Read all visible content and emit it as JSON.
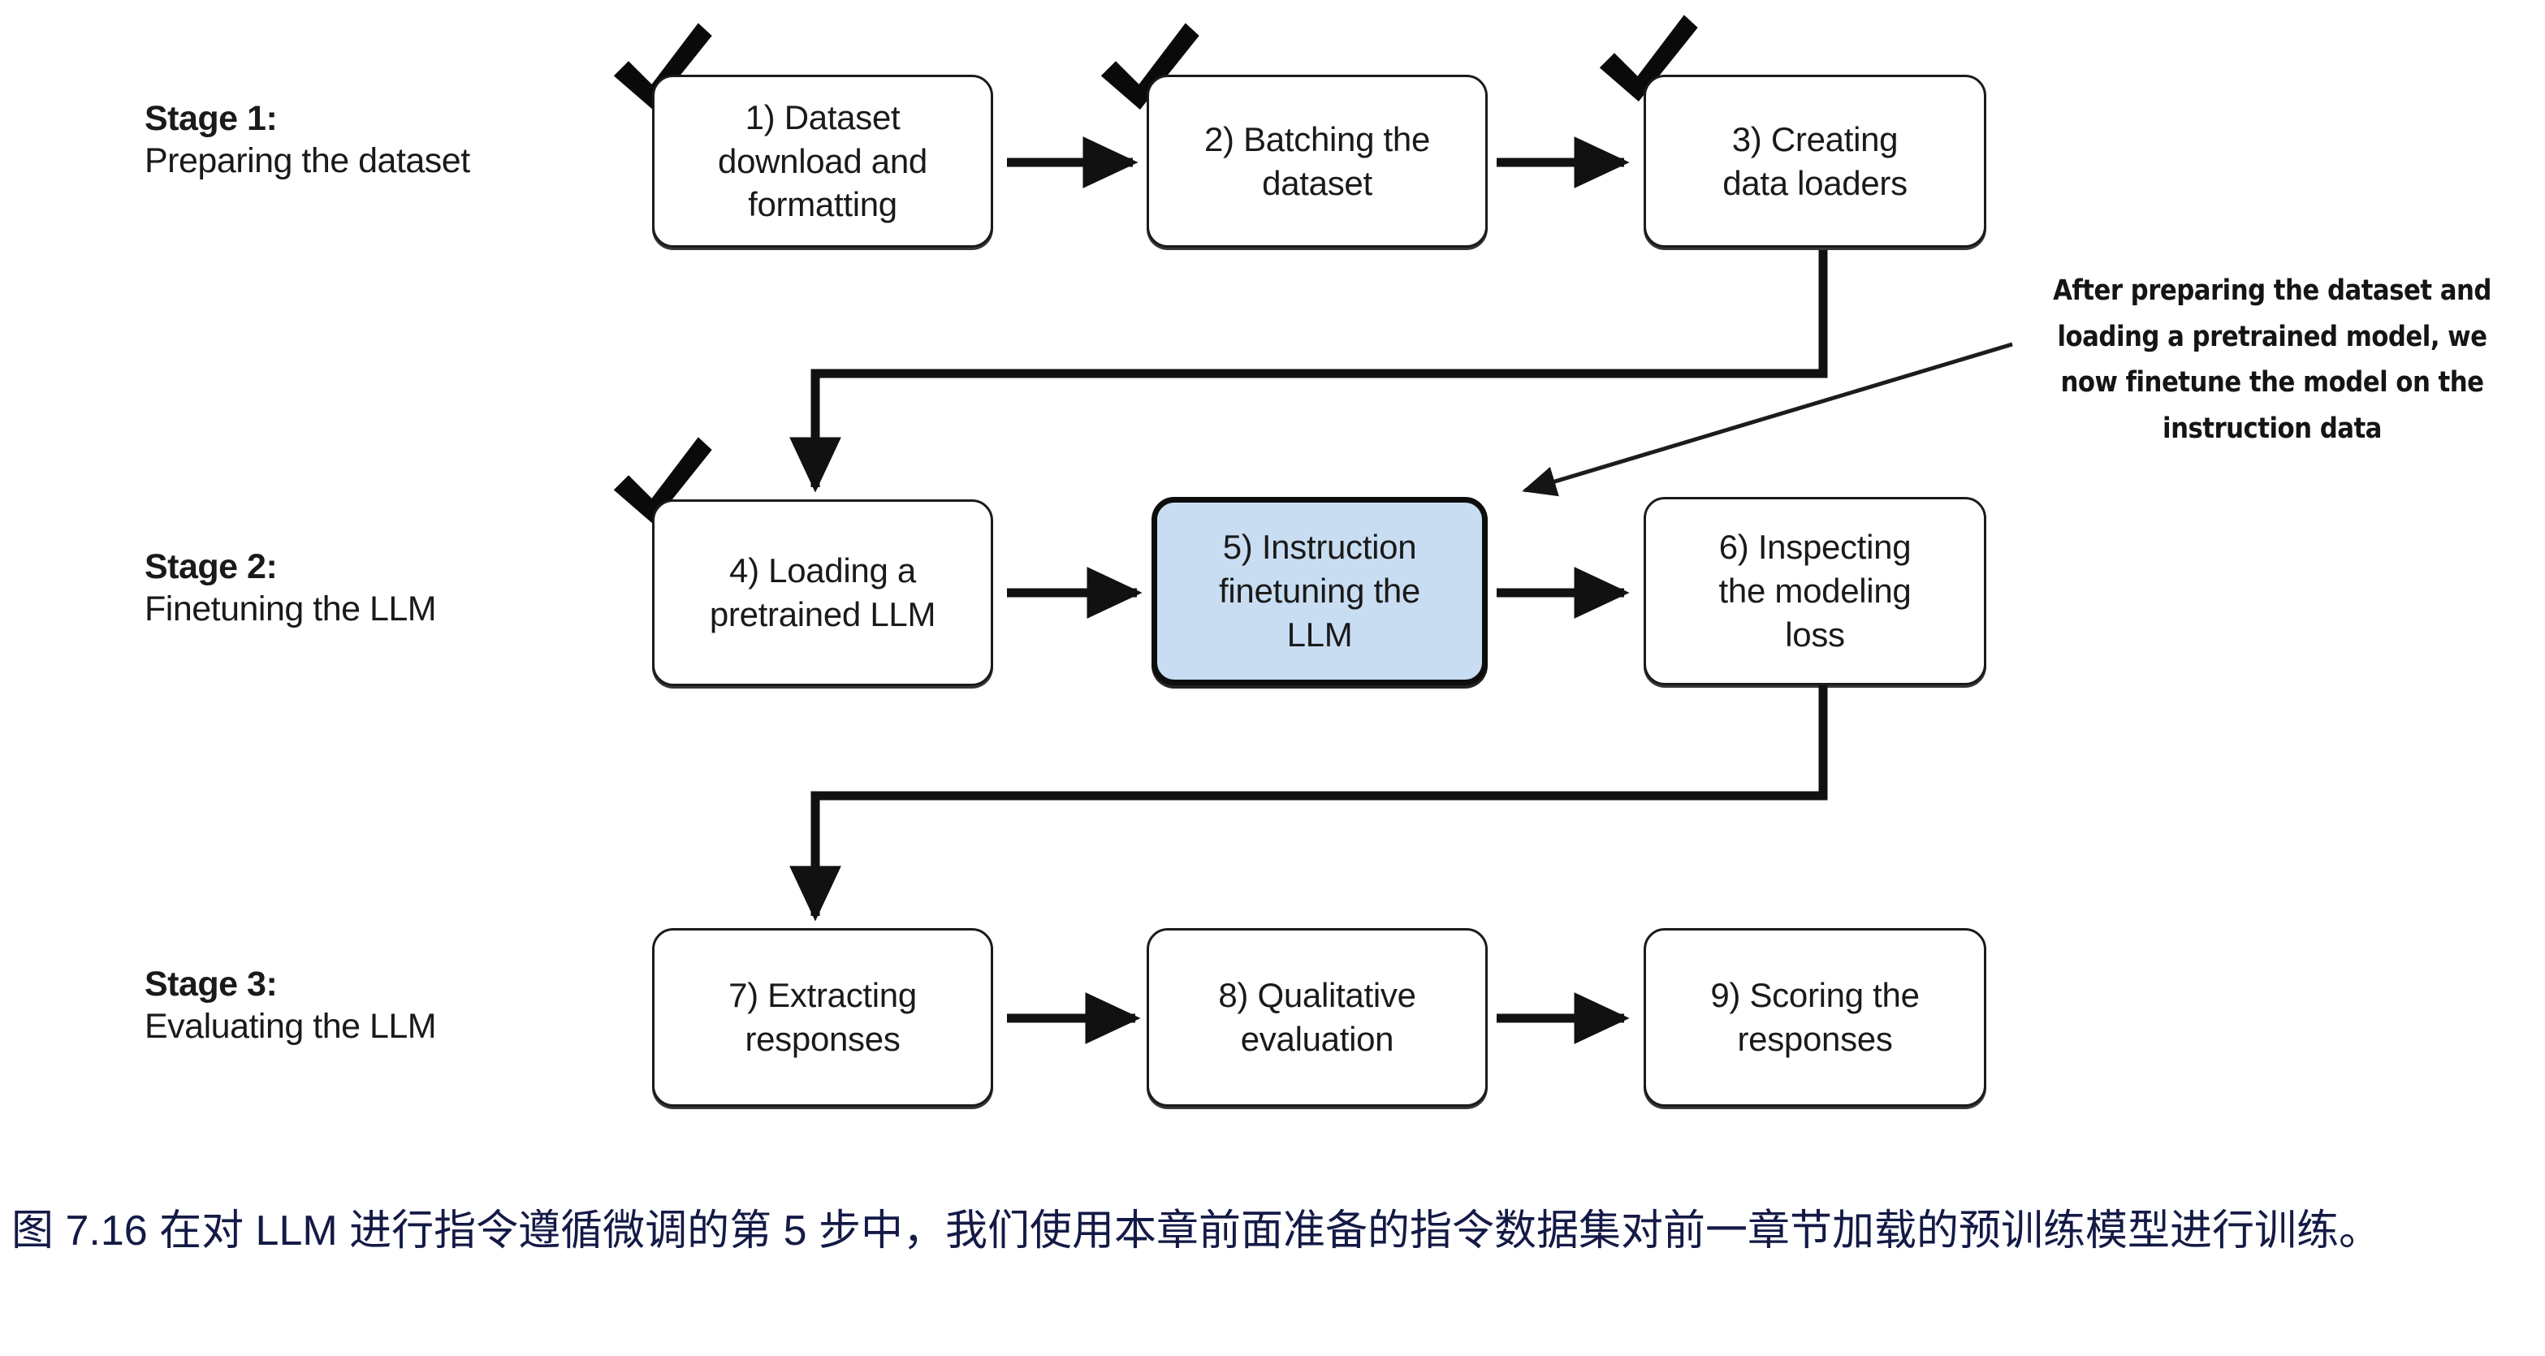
{
  "diagram": {
    "title": "LLM instruction finetuning pipeline",
    "stages": [
      {
        "id": "stage-1",
        "title": "Stage 1:",
        "subtitle": "Preparing the dataset"
      },
      {
        "id": "stage-2",
        "title": "Stage 2:",
        "subtitle": "Finetuning the LLM"
      },
      {
        "id": "stage-3",
        "title": "Stage 3:",
        "subtitle": "Evaluating the LLM"
      }
    ],
    "nodes": [
      {
        "id": "node-1",
        "label": "1) Dataset\ndownload and\nformatting",
        "checked": true,
        "highlighted": false
      },
      {
        "id": "node-2",
        "label": "2) Batching the\ndataset",
        "checked": true,
        "highlighted": false
      },
      {
        "id": "node-3",
        "label": "3) Creating\ndata loaders",
        "checked": true,
        "highlighted": false
      },
      {
        "id": "node-4",
        "label": "4) Loading a\npretrained LLM",
        "checked": true,
        "highlighted": false
      },
      {
        "id": "node-5",
        "label": "5) Instruction\nfinetuning the\nLLM",
        "checked": false,
        "highlighted": true
      },
      {
        "id": "node-6",
        "label": "6) Inspecting\nthe modeling\nloss",
        "checked": false,
        "highlighted": false
      },
      {
        "id": "node-7",
        "label": "7) Extracting\nresponses",
        "checked": false,
        "highlighted": false
      },
      {
        "id": "node-8",
        "label": "8) Qualitative\nevaluation",
        "checked": false,
        "highlighted": false
      },
      {
        "id": "node-9",
        "label": "9) Scoring the\nresponses",
        "checked": false,
        "highlighted": false
      }
    ],
    "annotation": "After preparing the dataset and loading a pretrained model, we now finetune the model on the instruction data",
    "colors": {
      "highlight_fill": "#c9ddf2",
      "stroke": "#1b1b1b",
      "text": "#1a1a1a",
      "caption": "#141a46",
      "background": "#ffffff"
    }
  },
  "caption": {
    "text": "图 7.16 在对 LLM 进行指令遵循微调的第 5 步中，我们使用本章前面准备的指令数据集对前一章节加载的预训练模型进行训练。"
  }
}
